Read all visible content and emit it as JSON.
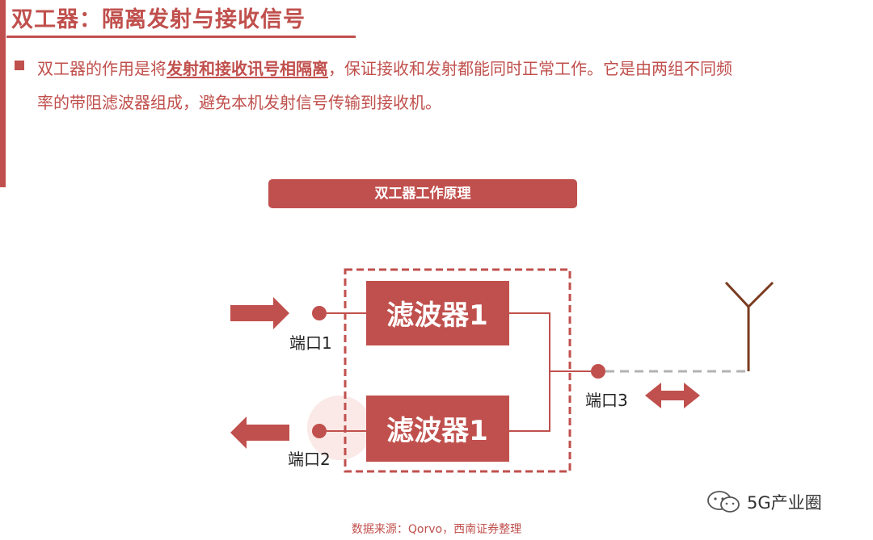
{
  "header": {
    "title": "双工器：隔离发射与接收信号"
  },
  "bullet": {
    "text_before": "双工器的作用是将",
    "emphasis": "发射和接收讯号相隔离",
    "text_after_line1": "，保证接收和发射都能同时正常工作。它是由两组不同频",
    "text_line2": "率的带阻滤波器组成，避免本机发射信号传输到接收机。"
  },
  "diagram": {
    "title": "双工器工作原理",
    "filter_top": "滤波器1",
    "filter_bottom": "滤波器1",
    "port1": "端口1",
    "port2": "端口2",
    "port3": "端口3"
  },
  "footer": {
    "source": "数据来源：Qorvo，西南证券整理",
    "watermark": "5G产业圈"
  },
  "colors": {
    "accent": "#c0504d",
    "antenna": "#7a3b20",
    "dashed_line": "#b3b3b3"
  }
}
